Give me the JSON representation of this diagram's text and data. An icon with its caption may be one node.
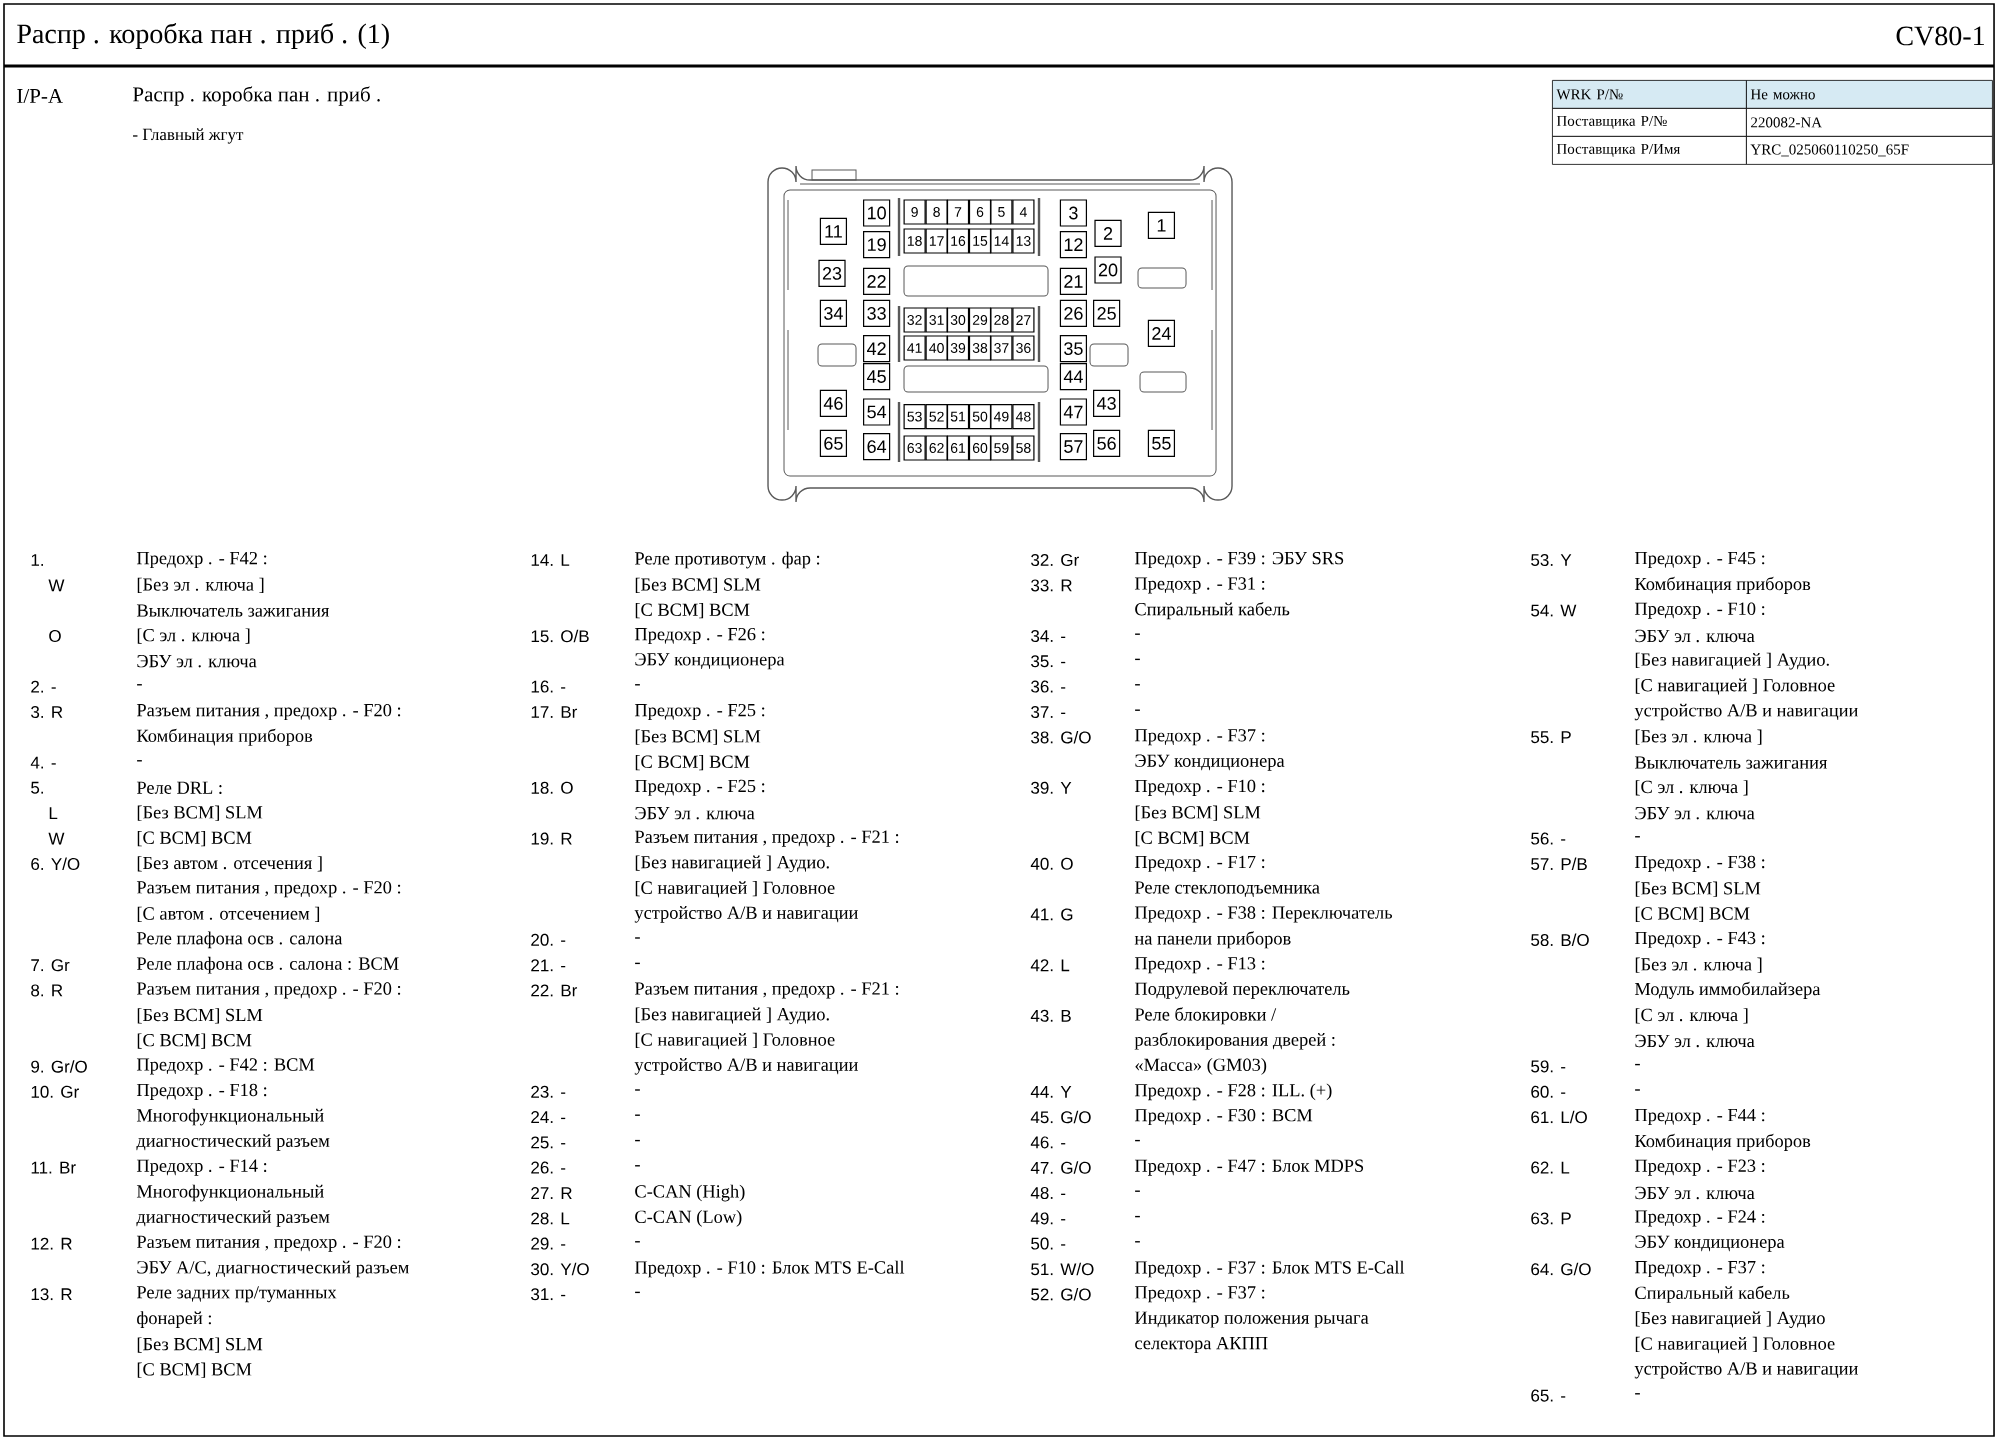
{
  "diagram": {
    "title": "Распр . коробка пан . приб . (1)",
    "nodes": [
      {
        "text": [
          "10"
        ]
      },
      {
        "text": [
          "9"
        ]
      },
      {
        "text": [
          "8"
        ]
      },
      {
        "text": [
          "7"
        ]
      },
      {
        "text": [
          "6"
        ]
      },
      {
        "text": [
          "5"
        ]
      },
      {
        "text": [
          "4"
        ]
      },
      {
        "text": [
          "3"
        ]
      },
      {
        "text": [
          "1"
        ]
      },
      {
        "text": [
          "11"
        ]
      },
      {
        "text": [
          "2"
        ]
      },
      {
        "text": [
          "19"
        ]
      },
      {
        "text": [
          "18"
        ]
      },
      {
        "text": [
          "17"
        ]
      },
      {
        "text": [
          "16"
        ]
      },
      {
        "text": [
          "15"
        ]
      },
      {
        "text": [
          "14"
        ]
      },
      {
        "text": [
          "13"
        ]
      },
      {
        "text": [
          "12"
        ]
      },
      {
        "text": [
          "23"
        ]
      },
      {
        "text": [
          "20"
        ]
      },
      {
        "text": [
          "22"
        ]
      },
      {
        "text": [
          "21"
        ]
      },
      {
        "text": [
          "34"
        ]
      },
      {
        "text": [
          "33"
        ]
      },
      {
        "text": [
          "32"
        ]
      },
      {
        "text": [
          "31"
        ]
      },
      {
        "text": [
          "30"
        ]
      },
      {
        "text": [
          "29"
        ]
      },
      {
        "text": [
          "28"
        ]
      },
      {
        "text": [
          "27"
        ]
      },
      {
        "text": [
          "26"
        ]
      },
      {
        "text": [
          "25"
        ]
      },
      {
        "text": [
          "24"
        ]
      },
      {
        "text": [
          "42"
        ]
      },
      {
        "text": [
          "41"
        ]
      },
      {
        "text": [
          "40"
        ]
      },
      {
        "text": [
          "39"
        ]
      },
      {
        "text": [
          "38"
        ]
      },
      {
        "text": [
          "37"
        ]
      },
      {
        "text": [
          "36"
        ]
      },
      {
        "text": [
          "35"
        ]
      },
      {
        "text": [
          "45"
        ]
      },
      {
        "text": [
          "44"
        ]
      },
      {
        "text": [
          "46"
        ]
      },
      {
        "text": [
          "43"
        ]
      },
      {
        "text": [
          "54"
        ]
      },
      {
        "text": [
          "53"
        ]
      },
      {
        "text": [
          "52"
        ]
      },
      {
        "text": [
          "51"
        ]
      },
      {
        "text": [
          "50"
        ]
      },
      {
        "text": [
          "49"
        ]
      },
      {
        "text": [
          "48"
        ]
      },
      {
        "text": [
          "47"
        ]
      },
      {
        "text": [
          "65"
        ]
      },
      {
        "text": [
          "64"
        ]
      },
      {
        "text": [
          "63"
        ]
      },
      {
        "text": [
          "62"
        ]
      },
      {
        "text": [
          "61"
        ]
      },
      {
        "text": [
          "60"
        ]
      },
      {
        "text": [
          "59"
        ]
      },
      {
        "text": [
          "58"
        ]
      },
      {
        "text": [
          "57"
        ]
      },
      {
        "text": [
          "56"
        ]
      },
      {
        "text": [
          "55"
        ]
      }
    ],
    "labels": [
      "CV80-1",
      "I/P-A",
      "Распр . коробка пан . приб .",
      "- Главный жгут",
      "WRK P/№",
      "Не можно",
      "Поставщика P/№",
      "220082-NA",
      "Поставщика P/Имя",
      "YRC_025060110250_65F",
      "1.",
      "Предохр . - F42 :",
      "W",
      "[Без эл . ключа ]",
      "Выключатель зажигания",
      "O",
      "[С эл . ключа ]",
      "ЭБУ эл . ключа",
      "2. -",
      "-",
      "3. R",
      "Разъем питания , предохр . - F20 :",
      "Комбинация приборов",
      "4. -",
      "-",
      "5.",
      "Реле DRL :",
      "L",
      "[Без BCM] SLM",
      "W",
      "[С BCM] BCM",
      "6. Y/O",
      "[Без автом . отсечения ]",
      "Разъем питания , предохр . - F20 :",
      "[С автом . отсечением ]",
      "Реле плафона осв . салона",
      "7. Gr",
      "Реле плафона осв . салона : BCM",
      "8. R",
      "Разъем питания , предохр . - F20 :",
      "[Без BCM] SLM",
      "[С BCM] BCM",
      "9. Gr/O",
      "Предохр . - F42 : BCM",
      "10. Gr",
      "Предохр . - F18 :",
      "Многофункциональный",
      "диагностический разъем",
      "11. Br",
      "Предохр . - F14 :",
      "Многофункциональный",
      "диагностический разъем",
      "12. R",
      "Разъем питания , предохр . - F20 :",
      "ЭБУ A/C, диагностический разъем",
      "13. R",
      "Реле задних пр/туманных",
      "фонарей :",
      "[Без BCM] SLM",
      "[С BCM] BCM",
      "14. L",
      "Реле противотум . фар :",
      "[Без BCM] SLM",
      "[С BCM] BCM",
      "15. O/B",
      "Предохр . - F26 :",
      "ЭБУ кондиционера",
      "16. -",
      "-",
      "17. Br",
      "Предохр . - F25 :",
      "[Без BCM] SLM",
      "[С BCM] BCM",
      "18. O",
      "Предохр . - F25 :",
      "ЭБУ эл . ключа",
      "19. R",
      "Разъем питания , предохр . - F21 :",
      "[Без навигацией ] Аудио.",
      "[С навигацией ] Головное",
      "устройство A/B и навигации",
      "20. -",
      "-",
      "21. -",
      "-",
      "22. Br",
      "Разъем питания , предохр . - F21 :",
      "[Без навигацией ] Аудио.",
      "[С навигацией ] Головное",
      "устройство A/B и навигации",
      "23. -",
      "-",
      "24. -",
      "-",
      "25. -",
      "-",
      "26. -",
      "-",
      "27. R",
      "C-CAN (High)",
      "28. L",
      "C-CAN (Low)",
      "29. -",
      "-",
      "30. Y/O",
      "Предохр . - F10 : Блок MTS E-Call",
      "31. -",
      "-",
      "32. Gr",
      "Предохр . - F39 : ЭБУ SRS",
      "33. R",
      "Предохр . - F31 :",
      "Спиральный кабель",
      "34. -",
      "-",
      "35. -",
      "-",
      "36. -",
      "-",
      "37. -",
      "-",
      "38. G/O",
      "Предохр . - F37 :",
      "ЭБУ кондиционера",
      "39. Y",
      "Предохр . - F10 :",
      "[Без BCM] SLM",
      "[С BCM] BCM",
      "40. O",
      "Предохр . - F17 :",
      "Реле стеклоподъемника",
      "41. G",
      "Предохр . - F38 : Переключатель",
      "на панели приборов",
      "42. L",
      "Предохр . - F13 :",
      "Подрулевой переключатель",
      "43. B",
      "Реле блокировки /",
      "разблокирования дверей :",
      "«Масса» (GM03)",
      "44. Y",
      "Предохр . - F28 : ILL. (+)",
      "45. G/O",
      "Предохр . - F30 : BCM",
      "46. -",
      "-",
      "47. G/O",
      "Предохр . - F47 : Блок MDPS",
      "48. -",
      "-",
      "49. -",
      "-",
      "50. -",
      "-",
      "51. W/O",
      "Предохр . - F37 : Блок MTS E-Call",
      "52. G/O",
      "Предохр . - F37 :",
      "Индикатор положения рычага",
      "селектора АКПП",
      "53. Y",
      "Предохр . - F45 :",
      "Комбинация приборов",
      "54. W",
      "Предохр . - F10 :",
      "ЭБУ эл . ключа",
      "[Без навигацией ] Аудио.",
      "[С навигацией ] Головное",
      "устройство A/B и навигации",
      "55. P",
      "[Без эл . ключа ]",
      "Выключатель зажигания",
      "[С эл . ключа ]",
      "ЭБУ эл . ключа",
      "56. -",
      "-",
      "57. P/B",
      "Предохр . - F38 :",
      "[Без BCM] SLM",
      "[С BCM] BCM",
      "58. B/O",
      "Предохр . - F43 :",
      "[Без эл . ключа ]",
      "Модуль иммобилайзера",
      "[С эл . ключа ]",
      "ЭБУ эл . ключа",
      "59. -",
      "-",
      "60. -",
      "-",
      "61. L/O",
      "Предохр . - F44 :",
      "Комбинация приборов",
      "62. L",
      "Предохр . - F23 :",
      "ЭБУ эл . ключа",
      "63. P",
      "Предохр . - F24 :",
      "ЭБУ кондиционера",
      "64. G/O",
      "Предохр . - F37 :",
      "Спиральный кабель",
      "[Без навигацией ] Аудио",
      "[С навигацией ] Головное",
      "устройство A/B и навигации",
      "65. -",
      "-"
    ]
  }
}
